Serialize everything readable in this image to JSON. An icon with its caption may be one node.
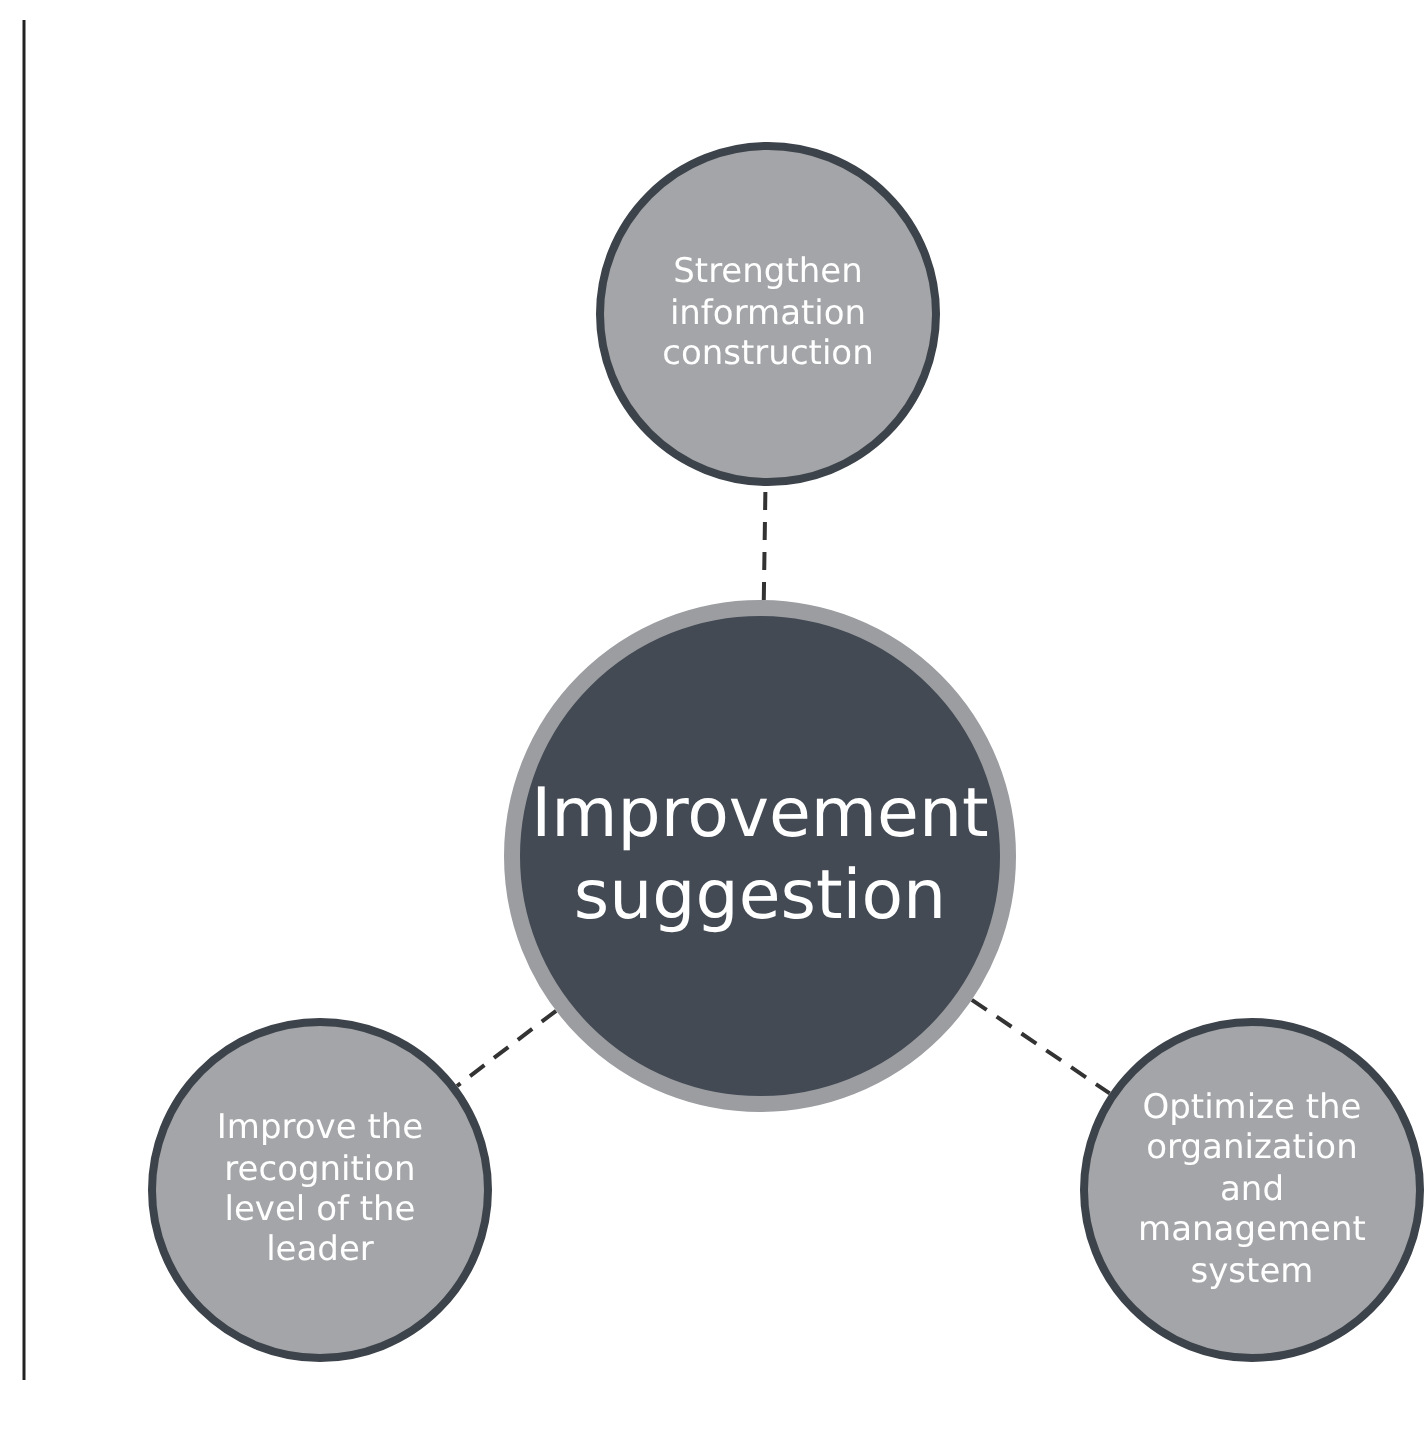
{
  "diagram": {
    "nodes": [
      {
        "text": [
          "Improvement suggestion"
        ]
      },
      {
        "text": [
          "Strengthen information construction"
        ]
      },
      {
        "text": [
          "Improve the recognition level of the leader"
        ]
      },
      {
        "text": [
          "Optimize the organization and management system"
        ]
      }
    ],
    "edges": [
      {
        "from": 0,
        "to": 1,
        "arrow": "none",
        "style": "dashed"
      },
      {
        "from": 0,
        "to": 2,
        "arrow": "none",
        "style": "dashed"
      },
      {
        "from": 0,
        "to": 3,
        "arrow": "none",
        "style": "dashed"
      }
    ]
  }
}
